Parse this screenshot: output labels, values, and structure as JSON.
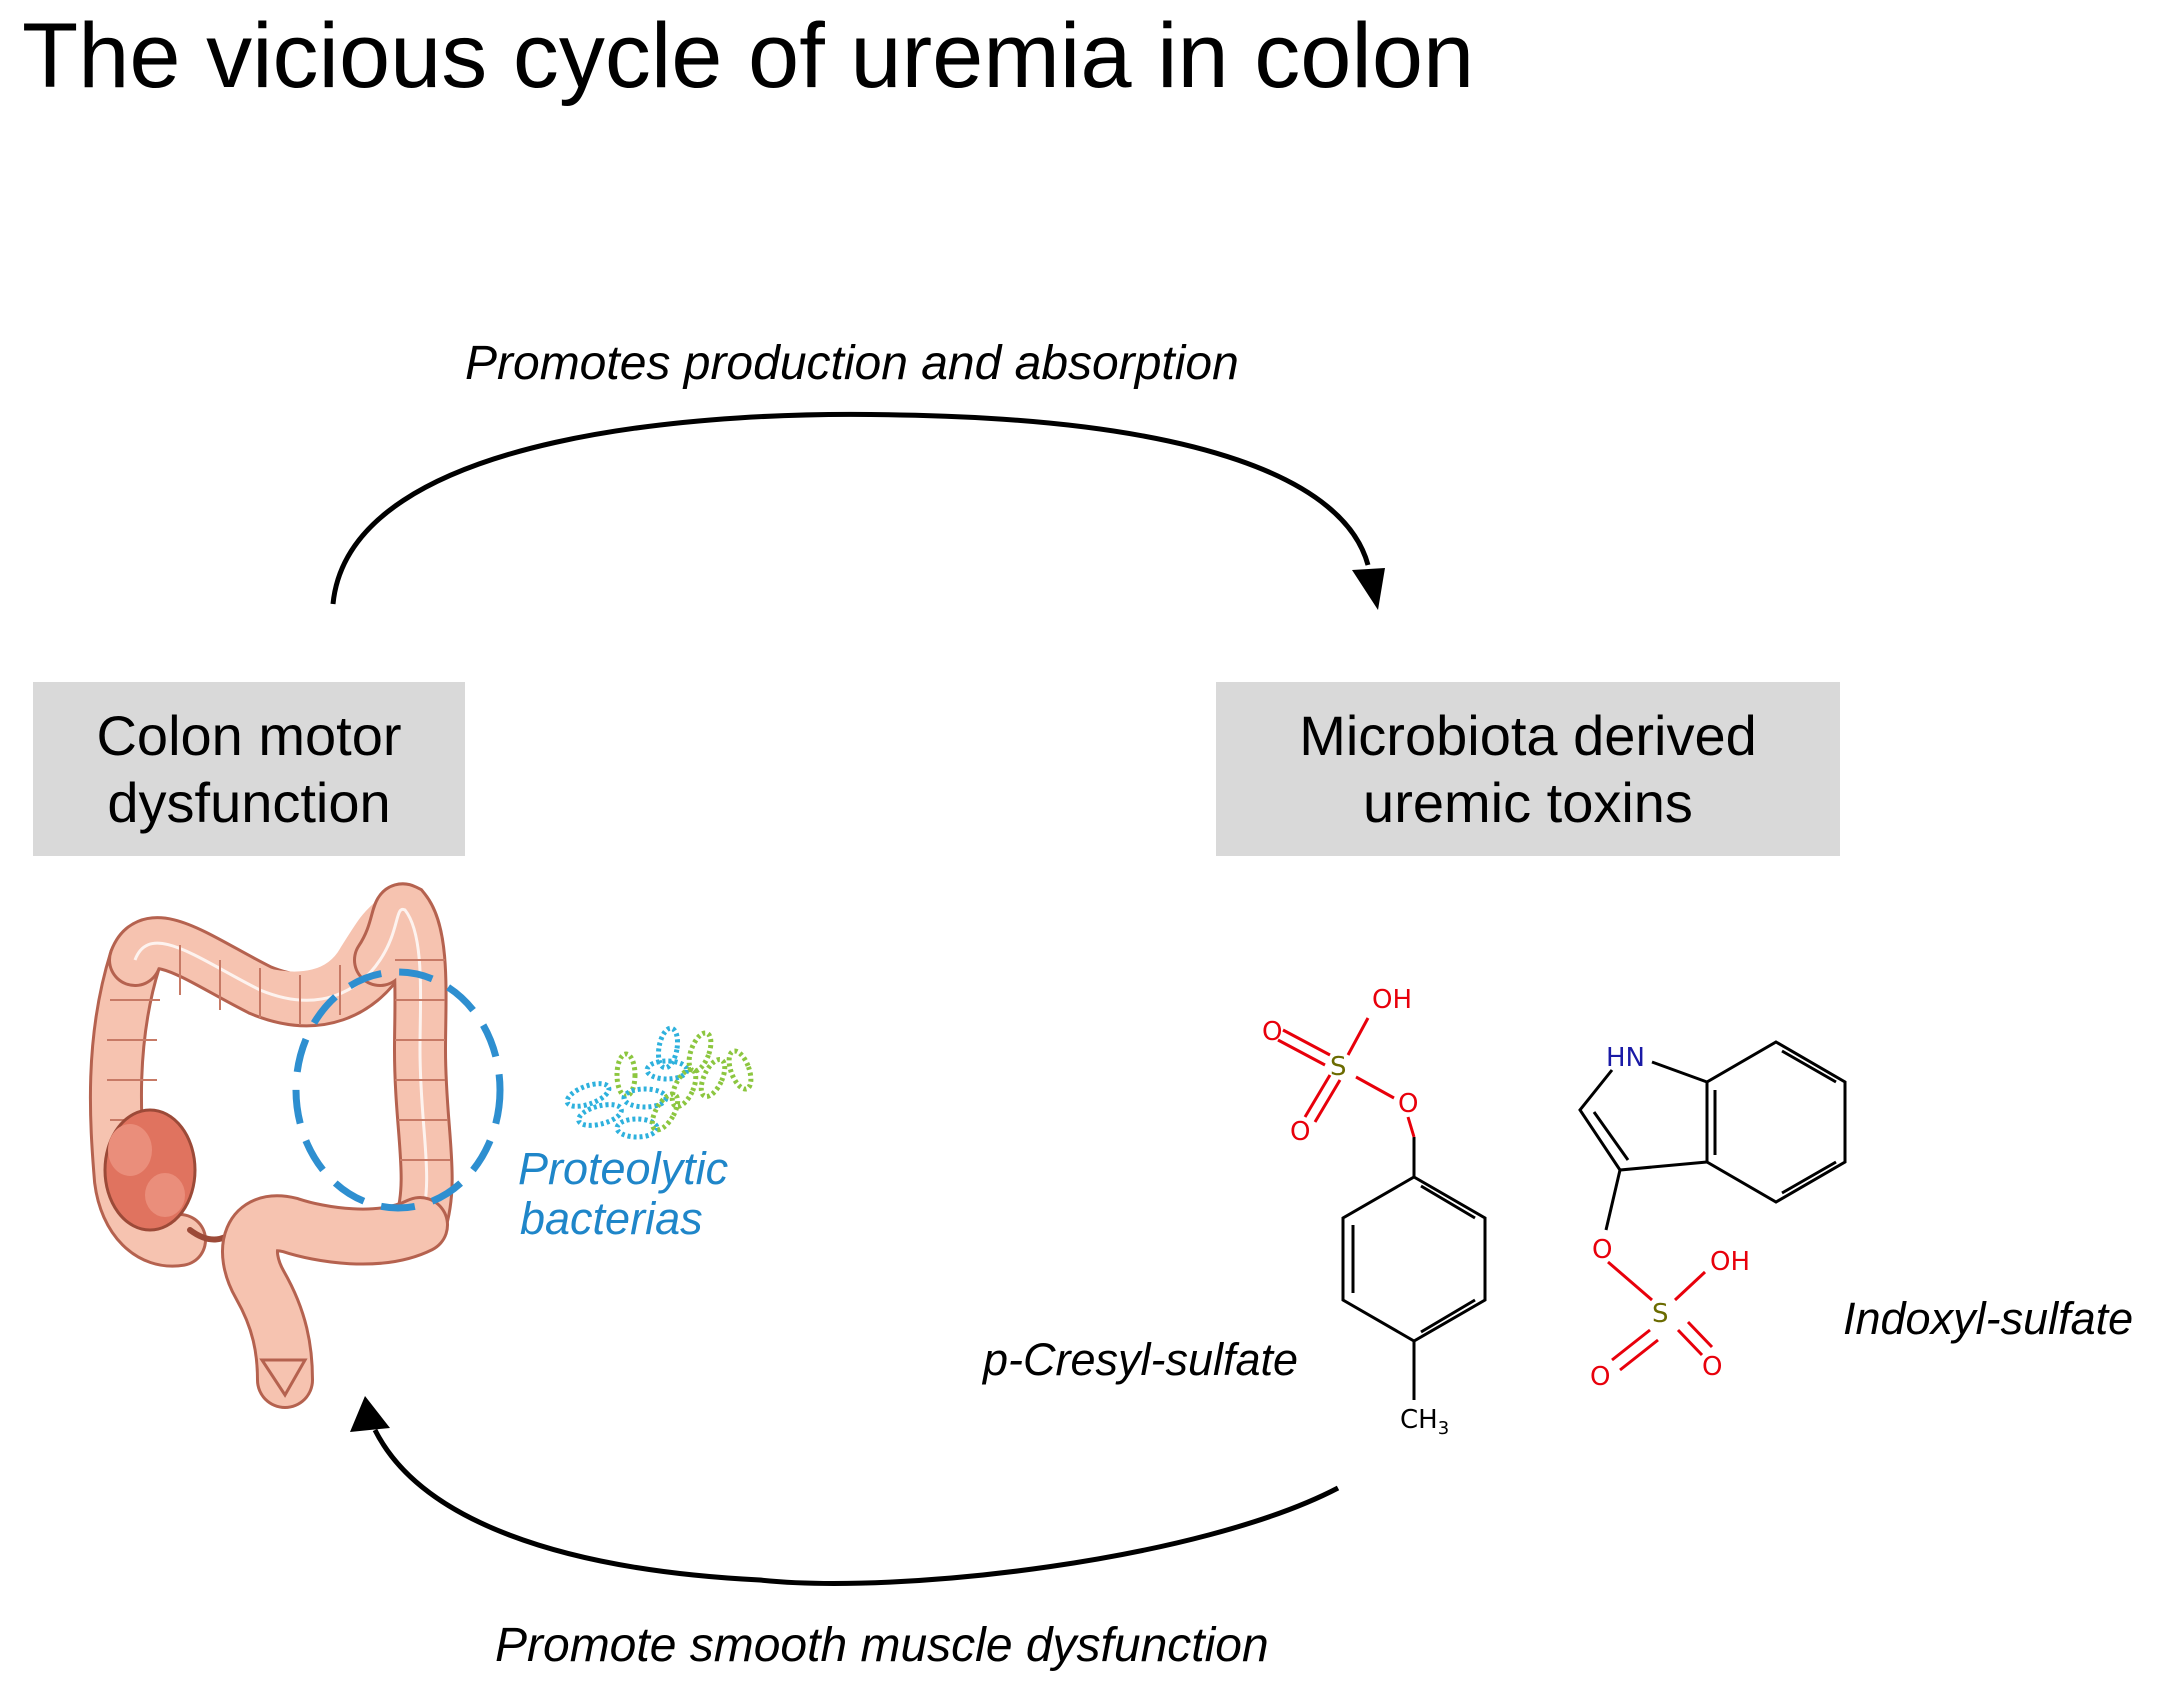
{
  "title": "The vicious cycle of uremia in colon",
  "arrows": {
    "top_label": "Promotes production and absorption",
    "bottom_label": "Promote smooth muscle dysfunction"
  },
  "boxes": {
    "colon": {
      "line1": "Colon motor",
      "line2": "dysfunction"
    },
    "toxins": {
      "line1": "Microbiota derived",
      "line2": "uremic toxins"
    }
  },
  "bacteria_label": {
    "line1": "Proteolytic",
    "line2": "bacterias"
  },
  "molecules": {
    "cresyl": {
      "name": "p-Cresyl-sulfate",
      "atoms": {
        "oh": "OH",
        "o1": "O",
        "o2": "O",
        "s": "S",
        "o3": "O",
        "ch3": "CH",
        "ch3_sub": "3"
      }
    },
    "indoxyl": {
      "name": "Indoxyl-sulfate",
      "atoms": {
        "hn": "HN",
        "o1": "O",
        "oh": "OH",
        "s": "S",
        "o2": "O",
        "o3": "O"
      }
    }
  },
  "colors": {
    "box_fill": "#d9d9d9",
    "bacteria_text": "#1f86c9",
    "dashed_ellipse": "#2e8fd0",
    "oxygen": "#e8000b",
    "sulfur": "#6b6b00",
    "nitrogen": "#1a1aa6",
    "colon_pink": "#f6c3b0",
    "colon_dark": "#e0735f"
  }
}
